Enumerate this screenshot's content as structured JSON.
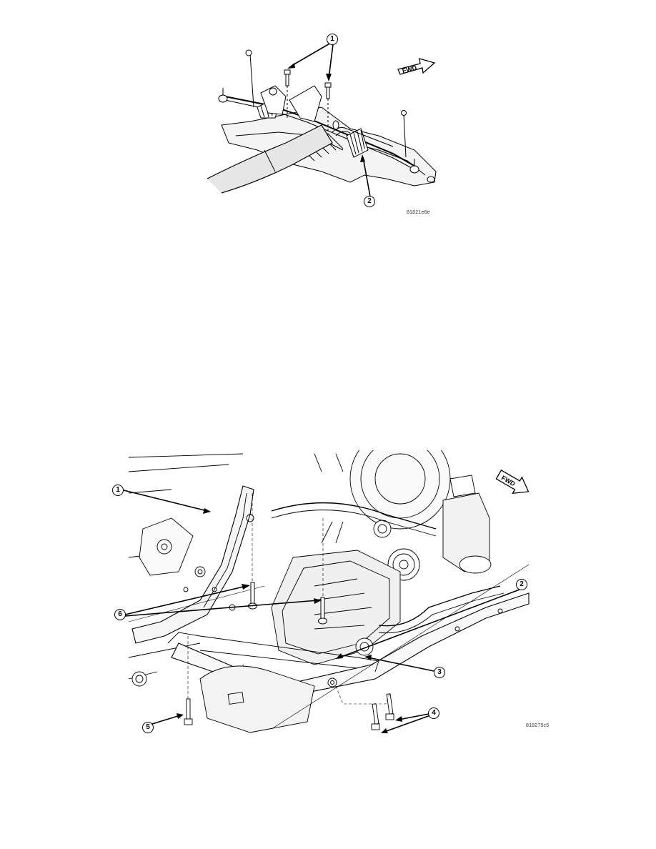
{
  "page": {
    "background": "#ffffff",
    "line_color": "#000000"
  },
  "figures": [
    {
      "id_label": "81821e6e",
      "subject": "steering gear mounted on front crossmember",
      "direction_indicator": "FWD",
      "callouts": [
        {
          "number": "1",
          "target": "steering gear mounting bolts (2)"
        },
        {
          "number": "2",
          "target": "steering gear"
        }
      ]
    },
    {
      "id_label": "818275c5",
      "subject": "front crossmember underbody view with mounting bolts",
      "direction_indicator": "FWD",
      "callouts": [
        {
          "number": "1",
          "target": "crossmember rail"
        },
        {
          "number": "2",
          "target": "crossmember"
        },
        {
          "number": "3",
          "target": "frame rail"
        },
        {
          "number": "4",
          "target": "rear mounting bolts (2)"
        },
        {
          "number": "5",
          "target": "front mounting bolt"
        },
        {
          "number": "6",
          "target": "steering gear bolts (2)"
        }
      ]
    }
  ]
}
